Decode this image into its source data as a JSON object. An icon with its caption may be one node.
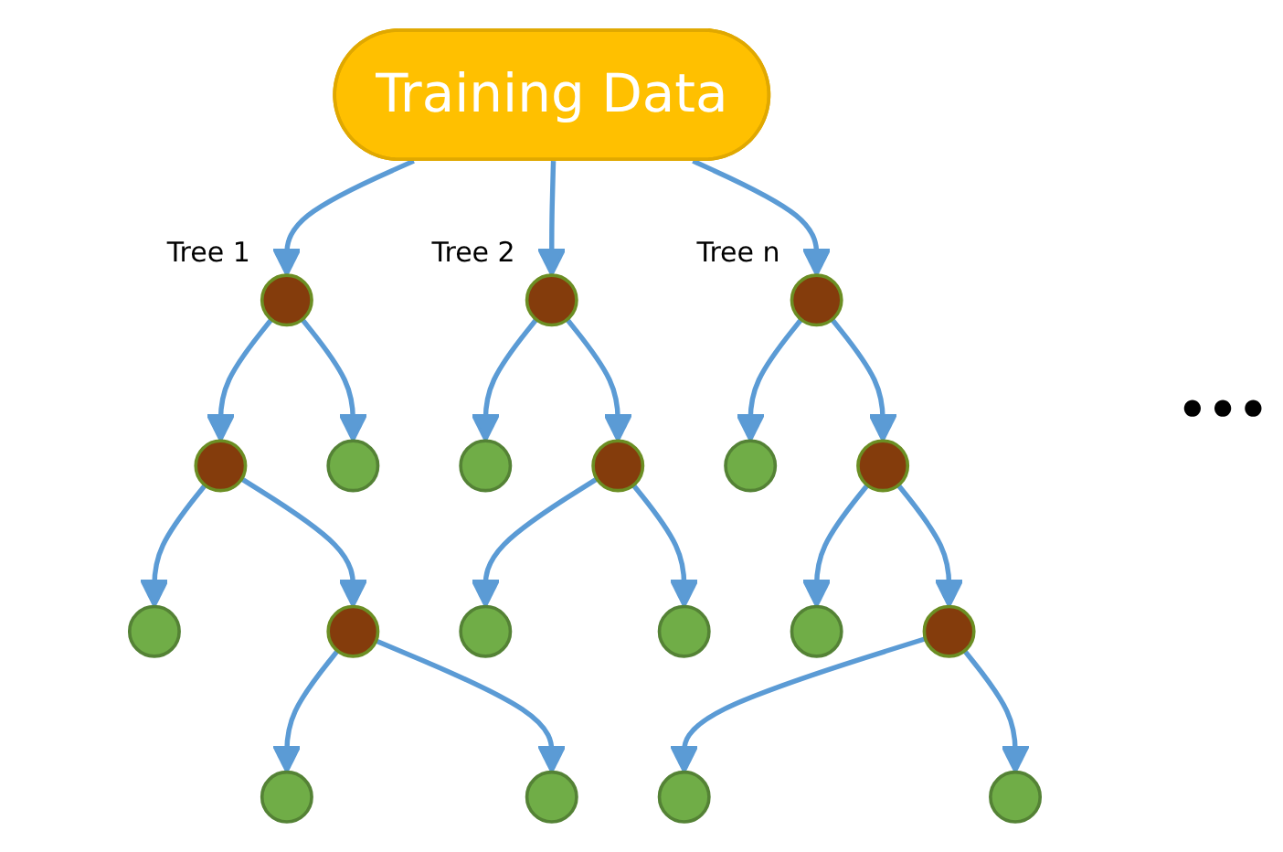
{
  "diagram": {
    "nodes": [
      {
        "text": [
          "Training Data"
        ]
      },
      {
        "text": [],
        "shape": "circle",
        "beside": [
          "Tree 1"
        ]
      },
      {
        "text": [],
        "shape": "circle"
      },
      {
        "text": [],
        "shape": "circle"
      },
      {
        "text": [],
        "shape": "circle"
      },
      {
        "text": [],
        "shape": "circle"
      },
      {
        "text": [],
        "shape": "circle"
      },
      {
        "text": [],
        "shape": "circle"
      },
      {
        "text": [],
        "shape": "circle",
        "beside": [
          "Tree 2"
        ]
      },
      {
        "text": [],
        "shape": "circle"
      },
      {
        "text": [],
        "shape": "circle"
      },
      {
        "text": [],
        "shape": "circle"
      },
      {
        "text": [],
        "shape": "circle"
      },
      {
        "text": [],
        "shape": "circle",
        "beside": [
          "Tree n"
        ]
      },
      {
        "text": [],
        "shape": "circle"
      },
      {
        "text": [],
        "shape": "circle"
      },
      {
        "text": [],
        "shape": "circle"
      },
      {
        "text": [],
        "shape": "circle"
      },
      {
        "text": [],
        "shape": "circle"
      },
      {
        "text": [],
        "shape": "circle"
      }
    ],
    "edges": [
      {
        "from": 0,
        "to": 1,
        "arrow": "to"
      },
      {
        "from": 0,
        "to": 8,
        "arrow": "to"
      },
      {
        "from": 0,
        "to": 13,
        "arrow": "to"
      },
      {
        "from": 1,
        "to": 2,
        "arrow": "to"
      },
      {
        "from": 1,
        "to": 3,
        "arrow": "to"
      },
      {
        "from": 2,
        "to": 4,
        "arrow": "to"
      },
      {
        "from": 2,
        "to": 5,
        "arrow": "to"
      },
      {
        "from": 5,
        "to": 6,
        "arrow": "to"
      },
      {
        "from": 5,
        "to": 7,
        "arrow": "to"
      },
      {
        "from": 8,
        "to": 9,
        "arrow": "to"
      },
      {
        "from": 8,
        "to": 10,
        "arrow": "to"
      },
      {
        "from": 10,
        "to": 11,
        "arrow": "to"
      },
      {
        "from": 10,
        "to": 12,
        "arrow": "to"
      },
      {
        "from": 13,
        "to": 14,
        "arrow": "to"
      },
      {
        "from": 13,
        "to": 15,
        "arrow": "to"
      },
      {
        "from": 15,
        "to": 16,
        "arrow": "to"
      },
      {
        "from": 15,
        "to": 17,
        "arrow": "to"
      },
      {
        "from": 17,
        "to": 18,
        "arrow": "to"
      },
      {
        "from": 17,
        "to": 19,
        "arrow": "to"
      }
    ],
    "labels": [
      "•••"
    ]
  }
}
